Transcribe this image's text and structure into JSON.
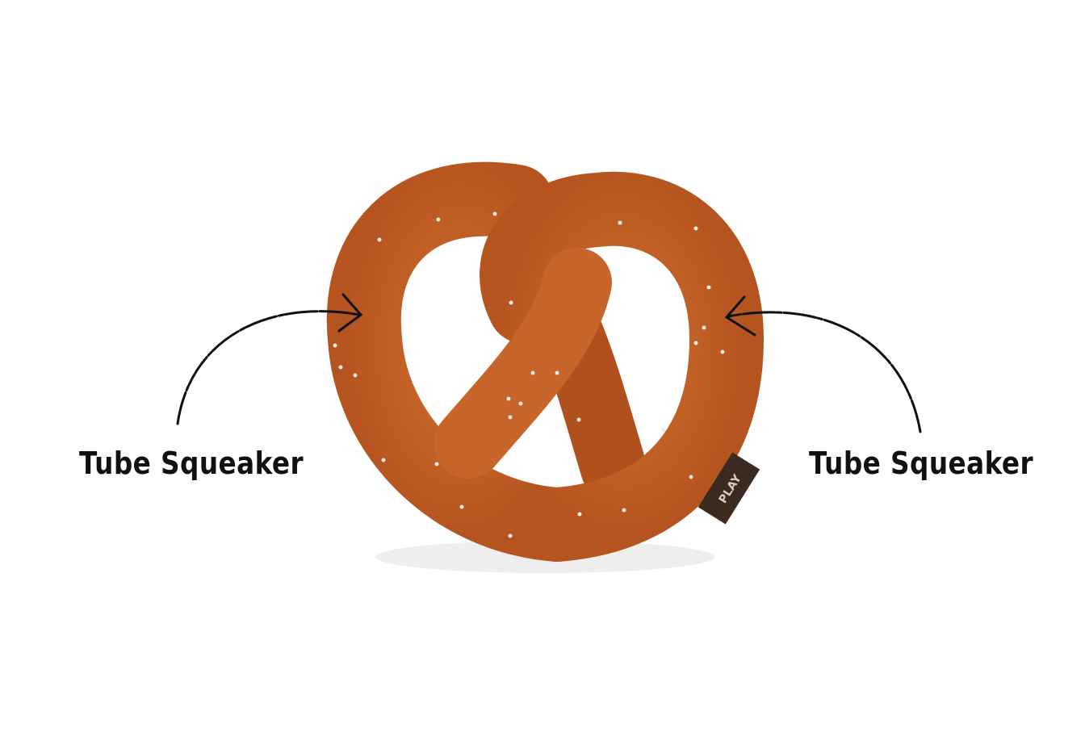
{
  "annotations": [
    {
      "label": "Tube Squeaker"
    },
    {
      "label": "Tube Squeaker"
    }
  ],
  "product": {
    "tag_text": "PLAY",
    "colors": {
      "plush": "#c4622a",
      "plush_shadow": "#a84b1c",
      "tag": "#3b2a20",
      "salt": "#f3ece4"
    }
  }
}
